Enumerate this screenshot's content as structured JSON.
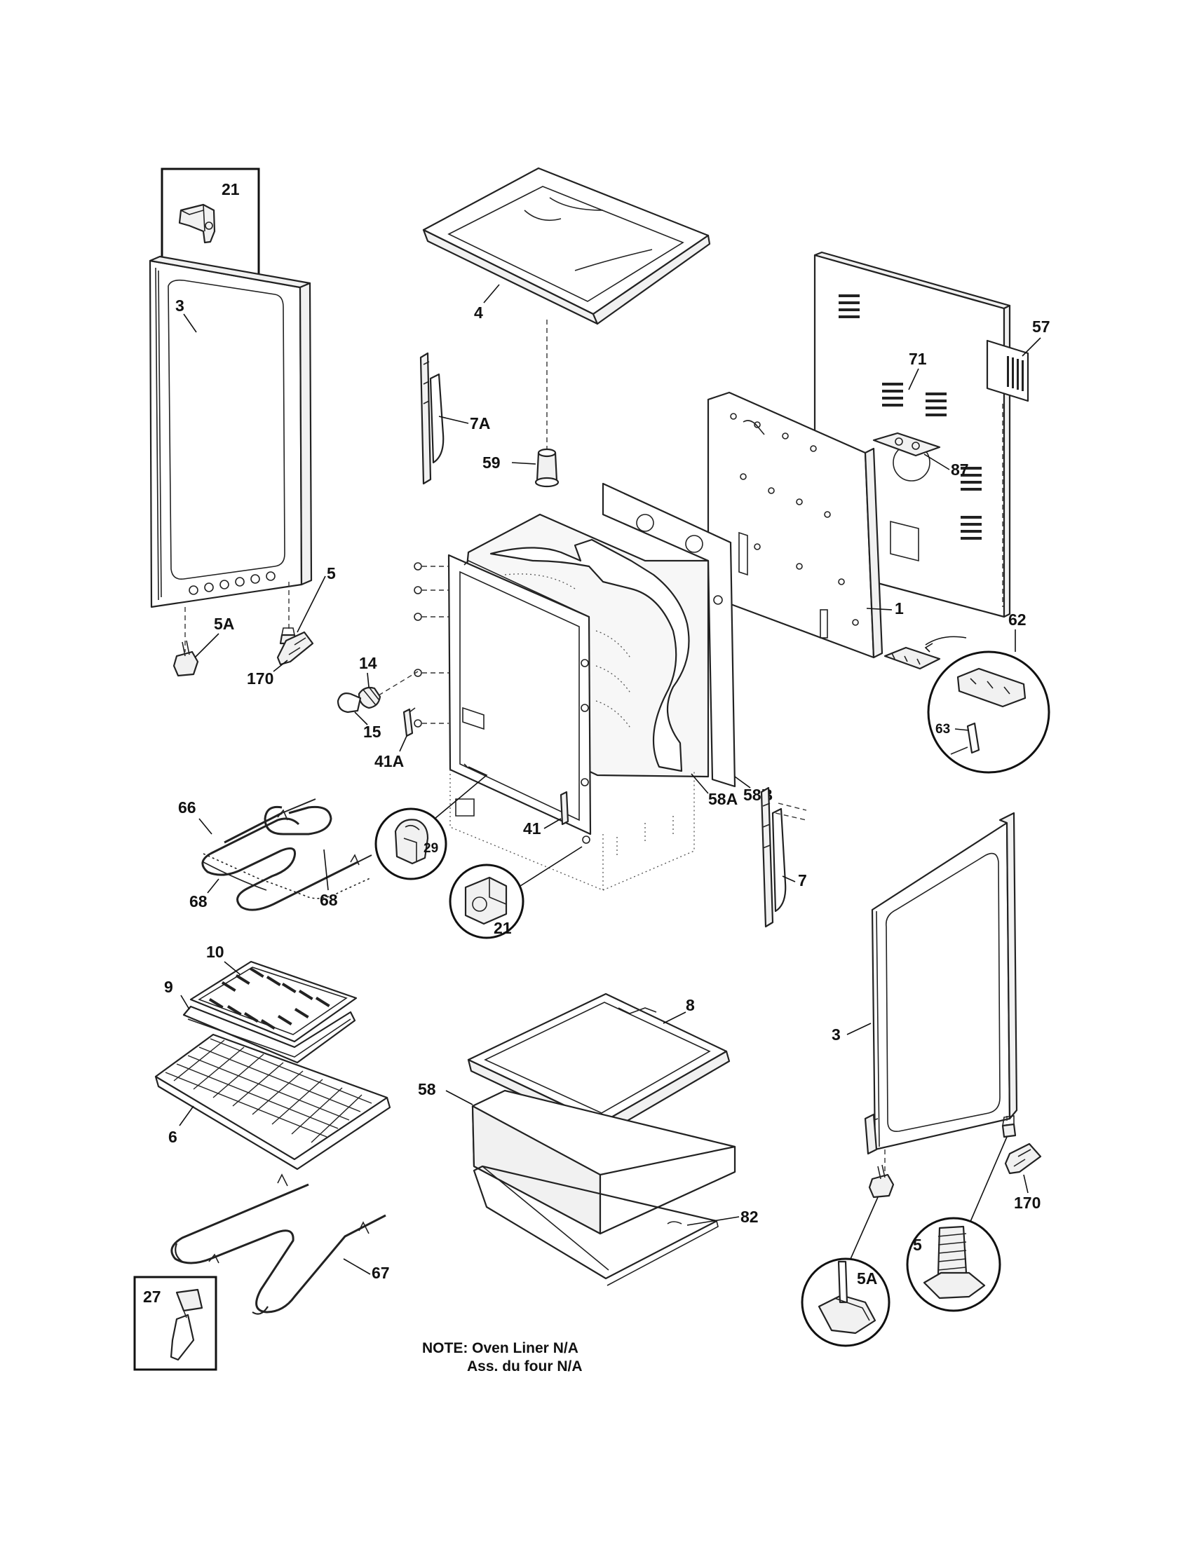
{
  "labels": {
    "p21_box": "21",
    "p3_left": "3",
    "p4": "4",
    "p57": "57",
    "p71": "71",
    "p7A": "7A",
    "p59": "59",
    "p87": "87",
    "p5_left": "5",
    "p5A_left": "5A",
    "p170_left": "170",
    "p1": "1",
    "p62": "62",
    "p14": "14",
    "p15": "15",
    "p63": "63",
    "p41A": "41A",
    "p58A": "58A",
    "p58B": "58B",
    "p66": "66",
    "p29": "29",
    "p41": "41",
    "p7": "7",
    "p68_left": "68",
    "p68_right": "68",
    "p21_circle": "21",
    "p10": "10",
    "p9": "9",
    "p8": "8",
    "p3_right": "3",
    "p58": "58",
    "p6": "6",
    "p170_right": "170",
    "p82": "82",
    "p5_circle": "5",
    "p5A_circle": "5A",
    "p67": "67",
    "p27": "27"
  },
  "note": {
    "line1": "NOTE: Oven Liner N/A",
    "line2": "Ass. du four N/A"
  }
}
